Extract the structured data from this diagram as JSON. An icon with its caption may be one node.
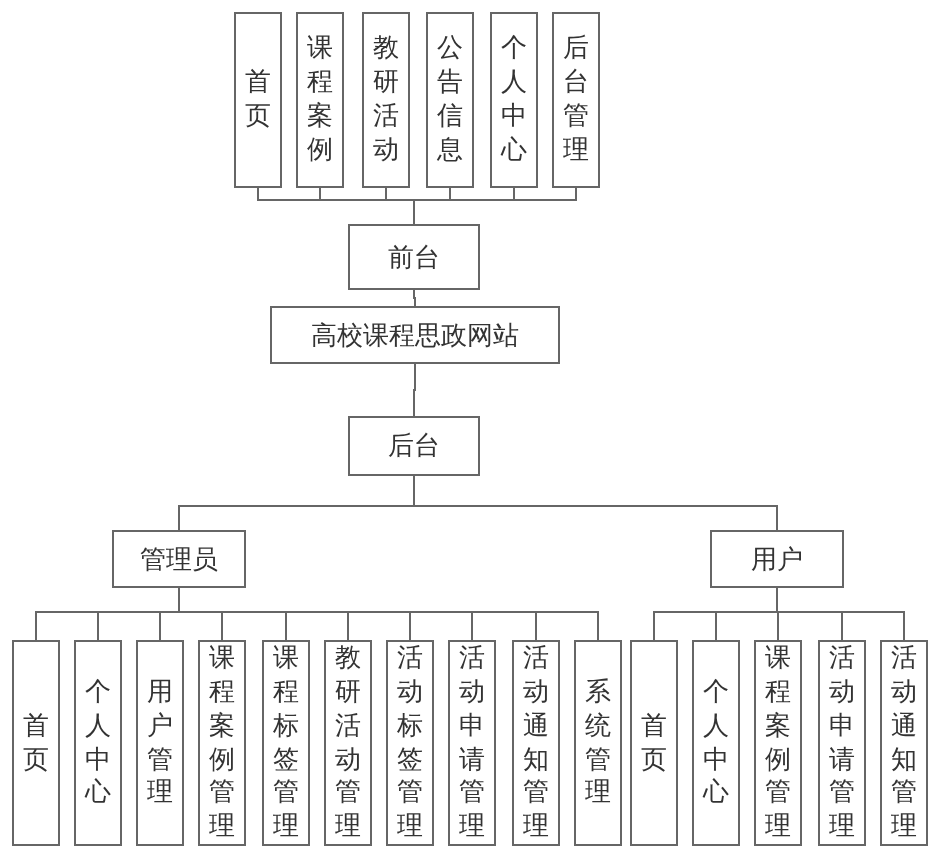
{
  "diagram": {
    "nodes": [
      {
        "text": [
          "首页"
        ]
      },
      {
        "text": [
          "课程案例"
        ]
      },
      {
        "text": [
          "教研活动"
        ]
      },
      {
        "text": [
          "公告信息"
        ]
      },
      {
        "text": [
          "个人中心"
        ]
      },
      {
        "text": [
          "后台管理"
        ]
      },
      {
        "text": [
          "前台"
        ]
      },
      {
        "text": [
          "高校课程思政网站"
        ]
      },
      {
        "text": [
          "后台"
        ]
      },
      {
        "text": [
          "管理员"
        ]
      },
      {
        "text": [
          "用户"
        ]
      },
      {
        "text": [
          "首页"
        ]
      },
      {
        "text": [
          "个人中心"
        ]
      },
      {
        "text": [
          "用户管理"
        ]
      },
      {
        "text": [
          "课程案例管理"
        ]
      },
      {
        "text": [
          "课程标签管理"
        ]
      },
      {
        "text": [
          "教研活动管理"
        ]
      },
      {
        "text": [
          "活动标签管理"
        ]
      },
      {
        "text": [
          "活动申请管理"
        ]
      },
      {
        "text": [
          "活动通知管理"
        ]
      },
      {
        "text": [
          "系统管理"
        ]
      },
      {
        "text": [
          "首页"
        ]
      },
      {
        "text": [
          "个人中心"
        ]
      },
      {
        "text": [
          "课程案例管理"
        ]
      },
      {
        "text": [
          "活动申请管理"
        ]
      },
      {
        "text": [
          "活动通知管理"
        ]
      }
    ],
    "edges": [
      {
        "from": 6,
        "to": 0,
        "arrow": "none"
      },
      {
        "from": 6,
        "to": 1,
        "arrow": "none"
      },
      {
        "from": 6,
        "to": 2,
        "arrow": "none"
      },
      {
        "from": 6,
        "to": 3,
        "arrow": "none"
      },
      {
        "from": 6,
        "to": 4,
        "arrow": "none"
      },
      {
        "from": 6,
        "to": 5,
        "arrow": "none"
      },
      {
        "from": 7,
        "to": 6,
        "arrow": "none"
      },
      {
        "from": 7,
        "to": 8,
        "arrow": "none"
      },
      {
        "from": 8,
        "to": 9,
        "arrow": "none"
      },
      {
        "from": 8,
        "to": 10,
        "arrow": "none"
      },
      {
        "from": 9,
        "to": 11,
        "arrow": "none"
      },
      {
        "from": 9,
        "to": 12,
        "arrow": "none"
      },
      {
        "from": 9,
        "to": 13,
        "arrow": "none"
      },
      {
        "from": 9,
        "to": 14,
        "arrow": "none"
      },
      {
        "from": 9,
        "to": 15,
        "arrow": "none"
      },
      {
        "from": 9,
        "to": 16,
        "arrow": "none"
      },
      {
        "from": 9,
        "to": 17,
        "arrow": "none"
      },
      {
        "from": 9,
        "to": 18,
        "arrow": "none"
      },
      {
        "from": 9,
        "to": 19,
        "arrow": "none"
      },
      {
        "from": 9,
        "to": 20,
        "arrow": "none"
      },
      {
        "from": 10,
        "to": 21,
        "arrow": "none"
      },
      {
        "from": 10,
        "to": 22,
        "arrow": "none"
      },
      {
        "from": 10,
        "to": 23,
        "arrow": "none"
      },
      {
        "from": 10,
        "to": 24,
        "arrow": "none"
      },
      {
        "from": 10,
        "to": 25,
        "arrow": "none"
      }
    ]
  }
}
